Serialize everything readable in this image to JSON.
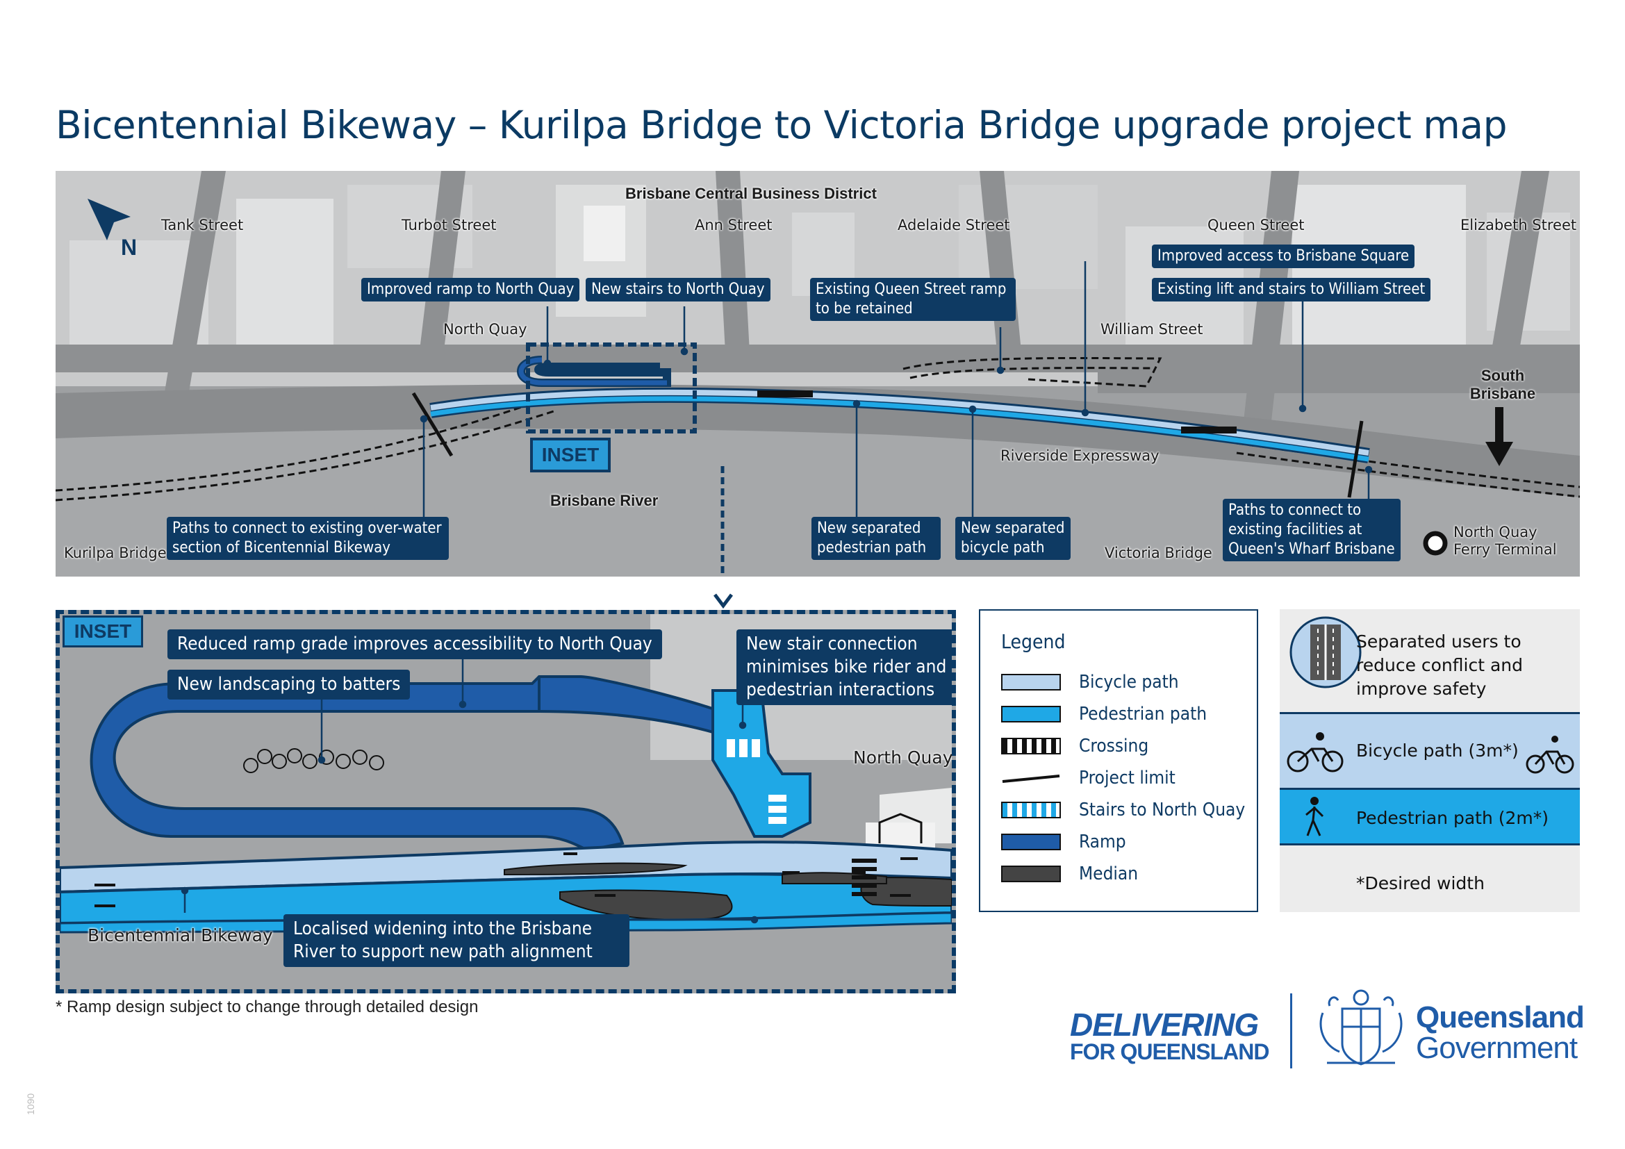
{
  "title": "Bicentennial Bikeway – Kurilpa Bridge to Victoria Bridge upgrade project map",
  "colors": {
    "bicycle_path": "#b9d4ee",
    "pedestrian_path": "#1fa8e6",
    "ramp": "#1f5ca8",
    "median": "#444444",
    "navy": "#0e3a63",
    "inset_blue": "#2a9bd8"
  },
  "main_map": {
    "north_label": "N",
    "places": {
      "cbd": "Brisbane Central Business District",
      "river": "Brisbane River",
      "south_brisbane": "South Brisbane"
    },
    "streets": {
      "tank": "Tank Street",
      "turbot": "Turbot Street",
      "ann": "Ann Street",
      "adelaide": "Adelaide Street",
      "queen": "Queen Street",
      "elizabeth": "Elizabeth Street",
      "north_quay": "North Quay",
      "william": "William Street",
      "riverside": "Riverside Expressway",
      "kurilpa": "Kurilpa Bridge",
      "victoria": "Victoria Bridge",
      "ferry": "North Quay Ferry Terminal"
    },
    "callouts": {
      "improved_ramp": "Improved ramp to North Quay",
      "new_stairs": "New stairs to North Quay",
      "queen_ramp": "Existing Queen Street ramp to be retained",
      "brisbane_square": "Improved access to Brisbane Square",
      "lift_stairs": "Existing lift and stairs to William Street",
      "overwater": "Paths to connect to existing over-water section of Bicentennial Bikeway",
      "sep_ped": "New separated pedestrian path",
      "sep_bike": "New separated bicycle path",
      "queens_wharf": "Paths to connect to existing facilities at Queen's Wharf Brisbane"
    },
    "inset_label": "INSET"
  },
  "inset": {
    "label": "INSET",
    "callouts": {
      "ramp_grade": "Reduced ramp grade improves accessibility to North Quay",
      "landscaping": "New landscaping to batters",
      "stair_conn": "New stair connection minimises bike rider and pedestrian interactions",
      "widening": "Localised widening into the Brisbane River to support new path alignment"
    },
    "labels": {
      "north_quay": "North Quay",
      "bikeway": "Bicentennial Bikeway"
    }
  },
  "legend": {
    "title": "Legend",
    "items": [
      {
        "label": "Bicycle path",
        "type": "bicycle"
      },
      {
        "label": "Pedestrian path",
        "type": "pedestrian"
      },
      {
        "label": "Crossing",
        "type": "crossing"
      },
      {
        "label": "Project limit",
        "type": "limit"
      },
      {
        "label": "Stairs to North Quay",
        "type": "stairs"
      },
      {
        "label": "Ramp",
        "type": "ramp"
      },
      {
        "label": "Median",
        "type": "median"
      }
    ]
  },
  "users_panel": {
    "separated_text": "Separated users to reduce conflict and improve safety",
    "bicycle_text": "Bicycle path (3m*)",
    "pedestrian_text": "Pedestrian path (2m*)",
    "desired_text": "*Desired width"
  },
  "footnote": "* Ramp design subject to change through detailed design",
  "page_number": "1090",
  "branding": {
    "delivering": "DELIVERING",
    "for_qld": "FOR QUEENSLAND",
    "qld": "Queensland",
    "gov": "Government"
  }
}
